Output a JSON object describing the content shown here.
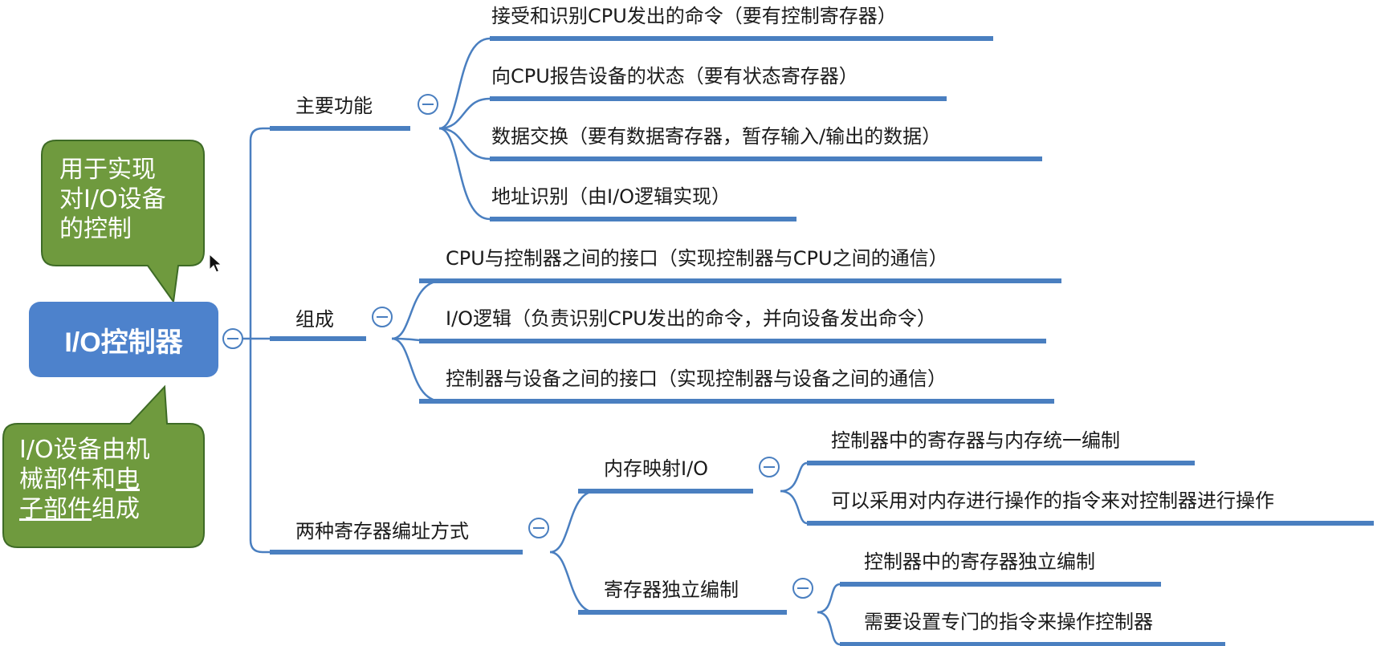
{
  "root": {
    "label": "I/O控制器"
  },
  "callout_top": {
    "lines": [
      "用于实现",
      "对I/O设备",
      "的控制"
    ]
  },
  "callout_bottom": {
    "line1": "I/O设备由机",
    "line2_a": "械部件和",
    "line2_b": "电",
    "line3_a": "子部件",
    "line3_b": "组成"
  },
  "branches": [
    {
      "label": "主要功能",
      "children": [
        {
          "label": "接受和识别CPU发出的命令（要有控制寄存器）"
        },
        {
          "label": "向CPU报告设备的状态（要有状态寄存器）"
        },
        {
          "label": "数据交换（要有数据寄存器，暂存输入/输出的数据）"
        },
        {
          "label": "地址识别（由I/O逻辑实现）"
        }
      ]
    },
    {
      "label": "组成",
      "children": [
        {
          "label": "CPU与控制器之间的接口（实现控制器与CPU之间的通信）"
        },
        {
          "label": "I/O逻辑（负责识别CPU发出的命令，并向设备发出命令）"
        },
        {
          "label": "控制器与设备之间的接口（实现控制器与设备之间的通信）"
        }
      ]
    },
    {
      "label": "两种寄存器编址方式",
      "children": [
        {
          "label": "内存映射I/O",
          "children": [
            {
              "label": "控制器中的寄存器与内存统一编制"
            },
            {
              "label": "可以采用对内存进行操作的指令来对控制器进行操作"
            }
          ]
        },
        {
          "label": "寄存器独立编制",
          "children": [
            {
              "label": "控制器中的寄存器独立编制"
            },
            {
              "label": "需要设置专门的指令来操作控制器"
            }
          ]
        }
      ]
    }
  ],
  "colors": {
    "line": "#4a7fc0",
    "root_fill": "#4d82cc",
    "callout_fill": "#6f9a3e",
    "callout_border": "#3e6b26"
  }
}
